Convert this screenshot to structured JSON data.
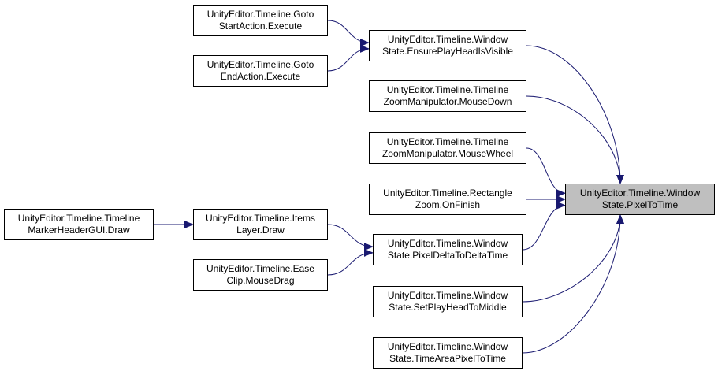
{
  "colors": {
    "edge": "#191970",
    "target_fill": "#bfbfbf",
    "node_border": "#000000"
  },
  "nodes": {
    "target": {
      "line1": "UnityEditor.Timeline.Window",
      "line2": "State.PixelToTime"
    },
    "goto_start": {
      "line1": "UnityEditor.Timeline.Goto",
      "line2": "StartAction.Execute"
    },
    "goto_end": {
      "line1": "UnityEditor.Timeline.Goto",
      "line2": "EndAction.Execute"
    },
    "ensure_playhead": {
      "line1": "UnityEditor.Timeline.Window",
      "line2": "State.EnsurePlayHeadIsVisible"
    },
    "zoom_down": {
      "line1": "UnityEditor.Timeline.Timeline",
      "line2": "ZoomManipulator.MouseDown"
    },
    "zoom_wheel": {
      "line1": "UnityEditor.Timeline.Timeline",
      "line2": "ZoomManipulator.MouseWheel"
    },
    "rect_zoom": {
      "line1": "UnityEditor.Timeline.Rectangle",
      "line2": "Zoom.OnFinish"
    },
    "marker_header": {
      "line1": "UnityEditor.Timeline.Timeline",
      "line2": "MarkerHeaderGUI.Draw"
    },
    "items_layer": {
      "line1": "UnityEditor.Timeline.Items",
      "line2": "Layer.Draw"
    },
    "ease_clip": {
      "line1": "UnityEditor.Timeline.Ease",
      "line2": "Clip.MouseDrag"
    },
    "pixel_delta": {
      "line1": "UnityEditor.Timeline.Window",
      "line2": "State.PixelDeltaToDeltaTime"
    },
    "playhead_middle": {
      "line1": "UnityEditor.Timeline.Window",
      "line2": "State.SetPlayHeadToMiddle"
    },
    "time_area": {
      "line1": "UnityEditor.Timeline.Window",
      "line2": "State.TimeAreaPixelToTime"
    }
  },
  "edges": [
    {
      "from": "goto_start",
      "to": "ensure_playhead"
    },
    {
      "from": "goto_end",
      "to": "ensure_playhead"
    },
    {
      "from": "ensure_playhead",
      "to": "target"
    },
    {
      "from": "zoom_down",
      "to": "target"
    },
    {
      "from": "zoom_wheel",
      "to": "target"
    },
    {
      "from": "rect_zoom",
      "to": "target"
    },
    {
      "from": "marker_header",
      "to": "items_layer"
    },
    {
      "from": "items_layer",
      "to": "pixel_delta"
    },
    {
      "from": "ease_clip",
      "to": "pixel_delta"
    },
    {
      "from": "pixel_delta",
      "to": "target"
    },
    {
      "from": "playhead_middle",
      "to": "target"
    },
    {
      "from": "time_area",
      "to": "target"
    }
  ]
}
